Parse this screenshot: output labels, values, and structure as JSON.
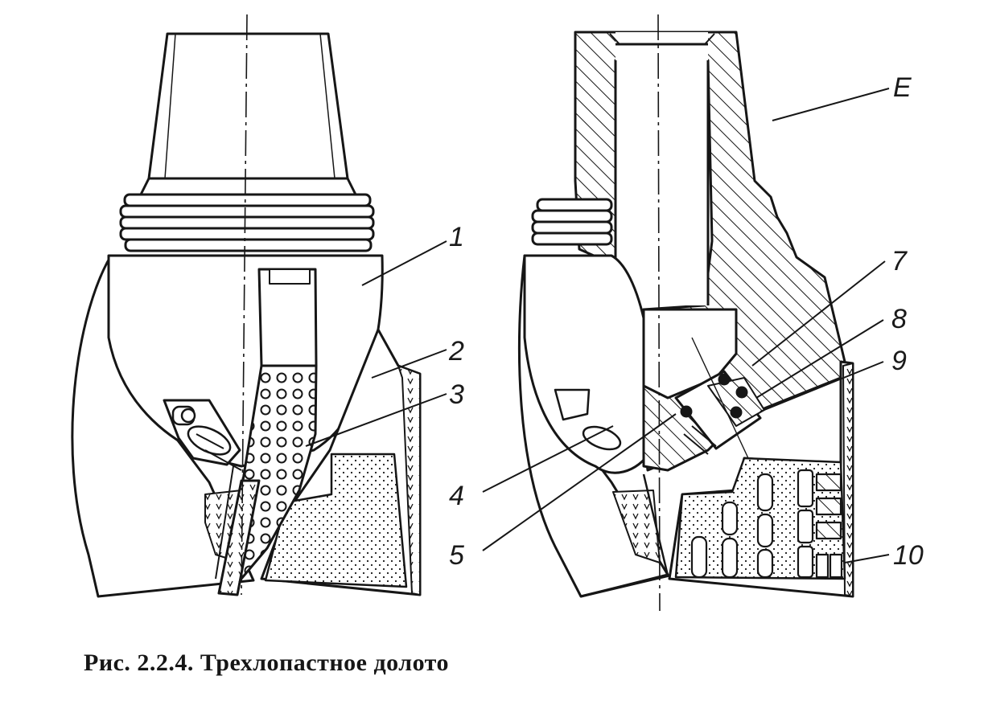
{
  "figure": {
    "caption": "Рис. 2.2.4. Трехлопастное долото",
    "callouts": {
      "c1": "1",
      "c2": "2",
      "c3": "3",
      "c4": "4",
      "c5": "5",
      "cE": "E",
      "c7": "7",
      "c8": "8",
      "c9": "9",
      "c10": "10"
    },
    "ink_color": "#161616"
  }
}
